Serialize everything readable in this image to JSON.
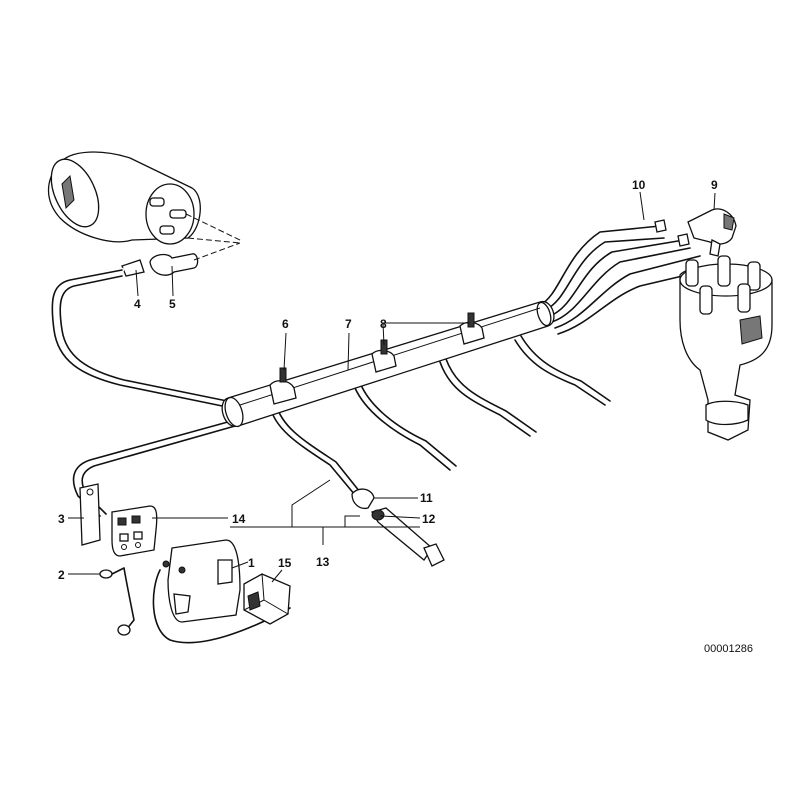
{
  "diagram": {
    "reference_number": "00001286",
    "callouts": [
      {
        "id": "callout-1",
        "text": "1"
      },
      {
        "id": "callout-2",
        "text": "2"
      },
      {
        "id": "callout-3",
        "text": "3"
      },
      {
        "id": "callout-4",
        "text": "4"
      },
      {
        "id": "callout-5",
        "text": "5"
      },
      {
        "id": "callout-6",
        "text": "6"
      },
      {
        "id": "callout-7",
        "text": "7"
      },
      {
        "id": "callout-8",
        "text": "8"
      },
      {
        "id": "callout-9",
        "text": "9"
      },
      {
        "id": "callout-10",
        "text": "10"
      },
      {
        "id": "callout-11",
        "text": "11"
      },
      {
        "id": "callout-12",
        "text": "12"
      },
      {
        "id": "callout-13",
        "text": "13"
      },
      {
        "id": "callout-14",
        "text": "14"
      },
      {
        "id": "callout-15",
        "text": "15"
      }
    ]
  }
}
